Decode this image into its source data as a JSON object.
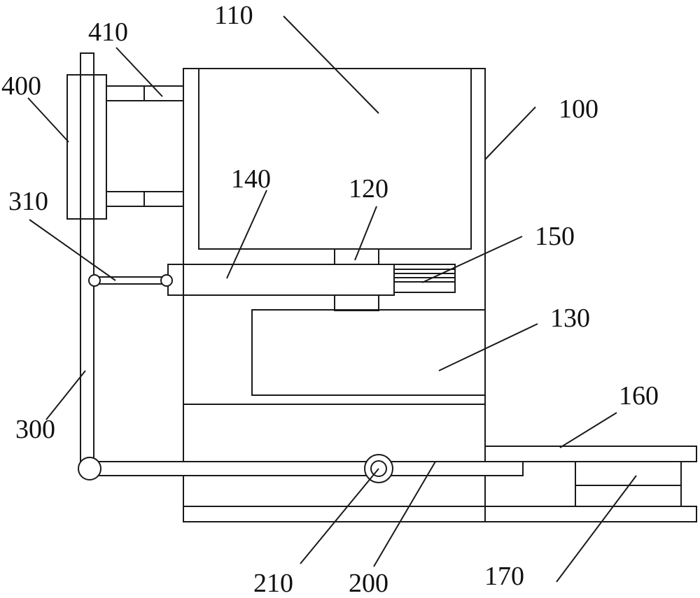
{
  "labels": {
    "l100": "100",
    "l110": "110",
    "l120": "120",
    "l130": "130",
    "l140": "140",
    "l150": "150",
    "l160": "160",
    "l170": "170",
    "l200": "200",
    "l210": "210",
    "l300": "300",
    "l310": "310",
    "l400": "400",
    "l410": "410"
  }
}
